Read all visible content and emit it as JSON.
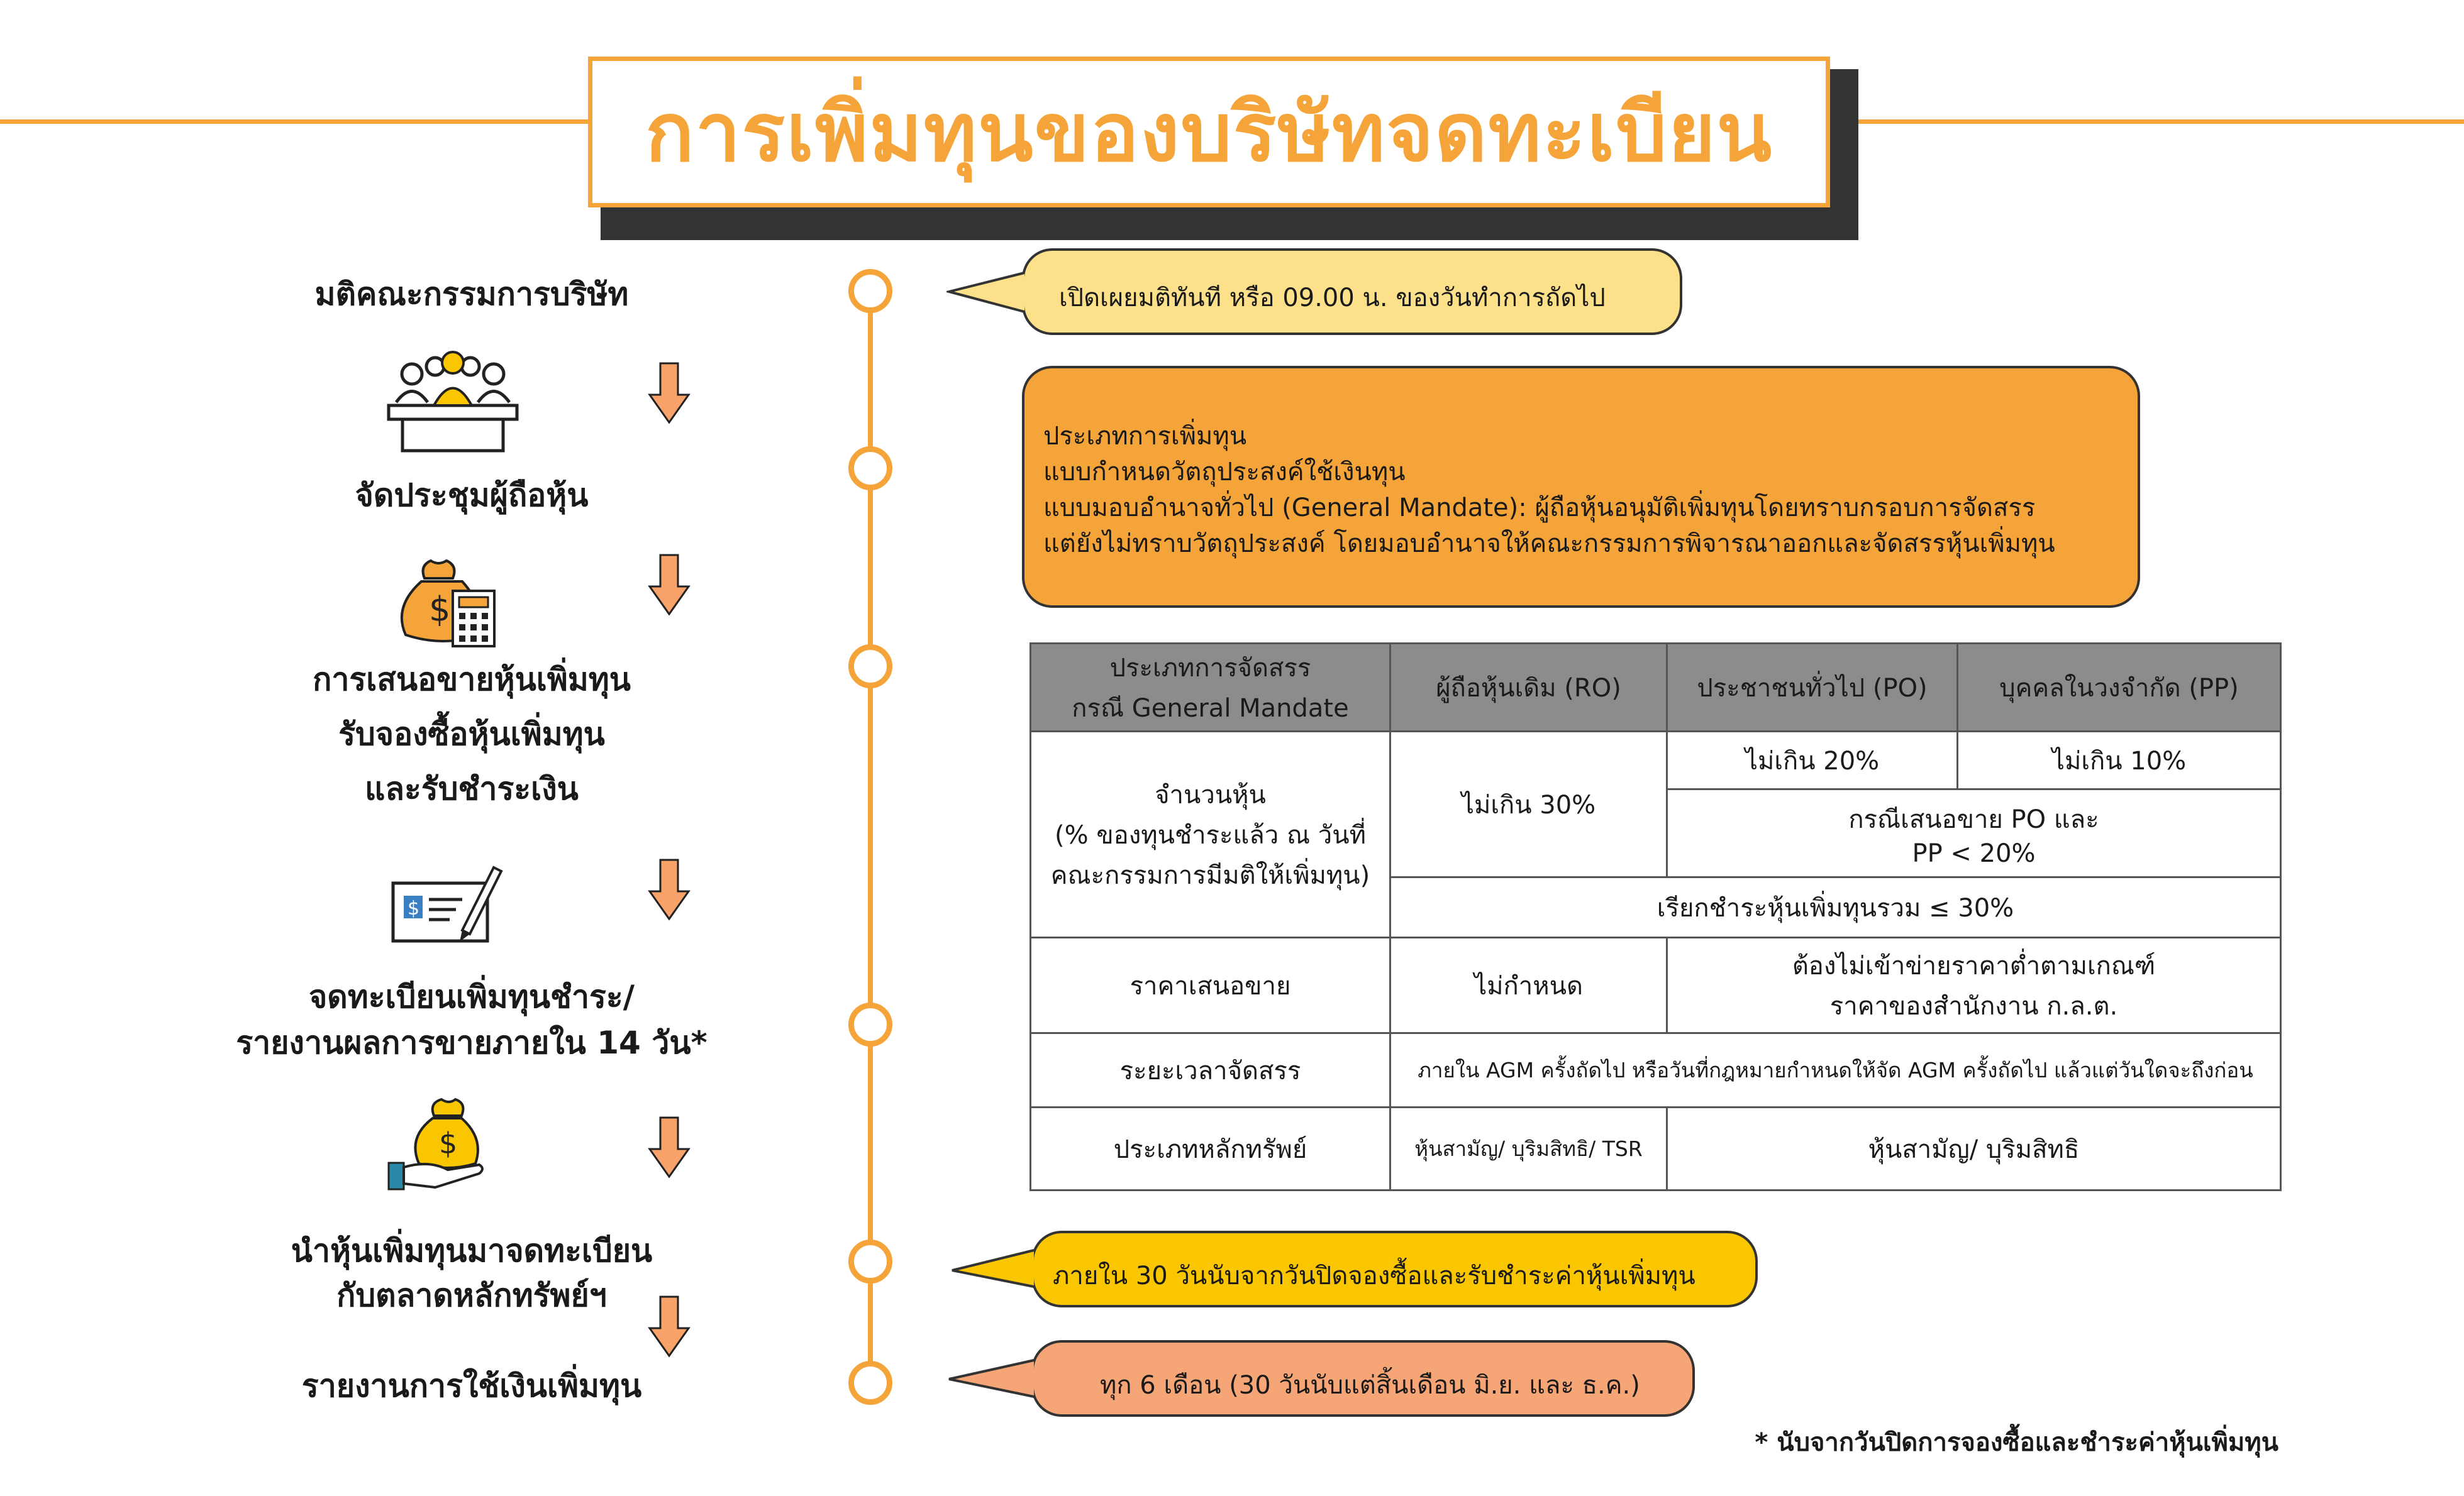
{
  "title": "การเพิ่มทุนของบริษัทจดทะเบียน",
  "steps": [
    "มติคณะกรรมการบริษัท",
    "จัดประชุมผู้ถือหุ้น",
    "การเสนอขายหุ้นเพิ่มทุน",
    "รับจองซื้อหุ้นเพิ่มทุน",
    "และรับชำระเงิน",
    "จดทะเบียนเพิ่มทุนชำระ/",
    "รายงานผลการขายภายใน 14 วัน*",
    "นำหุ้นเพิ่มทุนมาจดทะเบียน",
    "กับตลาดหลักทรัพย์ฯ",
    "รายงานการใช้เงินเพิ่มทุน"
  ],
  "callouts": {
    "disclose": "เปิดเผยมติทันที หรือ 09.00 น. ของวันทำการถัดไป",
    "listing": "ภายใน 30 วันนับจากวันปิดจองซื้อและรับชำระค่าหุ้นเพิ่มทุน",
    "report": "ทุก 6 เดือน (30 วันนับแต่สิ้นเดือน มิ.ย. และ ธ.ค.)"
  },
  "types_box": {
    "line1": "ประเภทการเพิ่มทุน",
    "line2": "แบบกำหนดวัตถุประสงค์ใช้เงินทุน",
    "line3": "แบบมอบอำนาจทั่วไป (General Mandate): ผู้ถือหุ้นอนุมัติเพิ่มทุนโดยทราบกรอบการจัดสรร",
    "line4": "แต่ยังไม่ทราบวัตถุประสงค์ โดยมอบอำนาจให้คณะกรรมการพิจารณาออกและจัดสรรหุ้นเพิ่มทุน"
  },
  "table": {
    "h_type_1": "ประเภทการจัดสรร",
    "h_type_2": "กรณี General Mandate",
    "h_ro": "ผู้ถือหุ้นเดิม (RO)",
    "h_po": "ประชาชนทั่วไป (PO)",
    "h_pp": "บุคคลในวงจำกัด (PP)",
    "r_shares_1": "จำนวนหุ้น",
    "r_shares_2": "(% ของทุนชำระแล้ว ณ วันที่",
    "r_shares_3": "คณะกรรมการมีมติให้เพิ่มทุน)",
    "ro_limit": "ไม่เกิน 30%",
    "po_limit": "ไม่เกิน 20%",
    "pp_limit": "ไม่เกิน 10%",
    "po_pp_1": "กรณีเสนอขาย PO และ",
    "po_pp_2": "PP <  20%",
    "total": "เรียกชำระหุ้นเพิ่มทุนรวม ≤ 30%",
    "r_price": "ราคาเสนอขาย",
    "price_ro": "ไม่กำหนด",
    "price_other_1": "ต้องไม่เข้าข่ายราคาต่ำตามเกณฑ์",
    "price_other_2": "ราคาของสำนักงาน ก.ล.ต.",
    "r_period": "ระยะเวลาจัดสรร",
    "period_val": "ภายใน AGM ครั้งถัดไป หรือวันที่กฎหมายกำหนดให้จัด AGM ครั้งถัดไป แล้วแต่วันใดจะถึงก่อน",
    "r_sec": "ประเภทหลักทรัพย์",
    "sec_ro": "หุ้นสามัญ/ บุริมสิทธิ/ TSR",
    "sec_other": "หุ้นสามัญ/ บุริมสิทธิ"
  },
  "footnote": "* นับจากวันปิดการจองซื้อและชำระค่าหุ้นเพิ่มทุน",
  "colors": {
    "accent": "#f5a43a",
    "callout_light": "#fde08a",
    "callout_yellow": "#f9c600",
    "callout_salmon": "#f6a577",
    "arrow": "#f9a36b",
    "table_header": "#8c8c8c"
  }
}
